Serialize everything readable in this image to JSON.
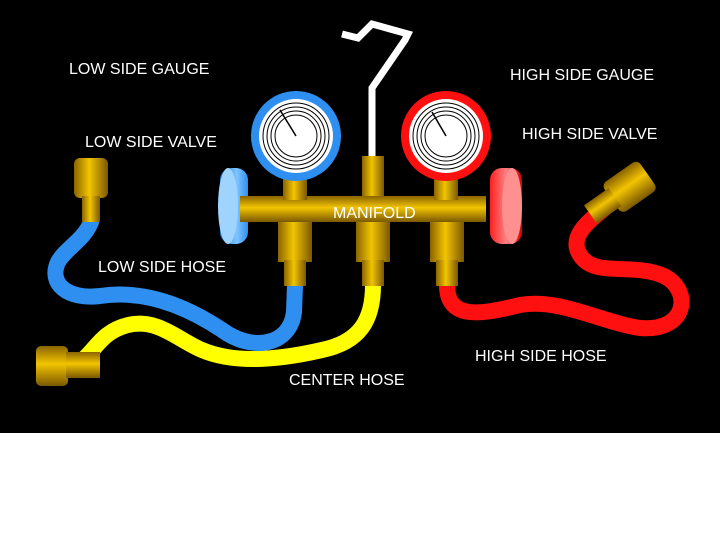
{
  "labels": {
    "low_side_gauge": "LOW SIDE GAUGE",
    "high_side_gauge": "HIGH SIDE GAUGE",
    "low_side_valve": "LOW SIDE VALVE",
    "high_side_valve": "HIGH SIDE VALVE",
    "manifold": "MANIFOLD",
    "low_side_hose": "LOW SIDE HOSE",
    "high_side_hose": "HIGH SIDE HOSE",
    "center_hose": "CENTER HOSE"
  },
  "colors": {
    "background": "#000000",
    "low_side": "#2e8ff0",
    "high_side": "#ff1010",
    "center": "#ffff00",
    "brass": "#e0b000",
    "label_text": "#ffffff"
  }
}
